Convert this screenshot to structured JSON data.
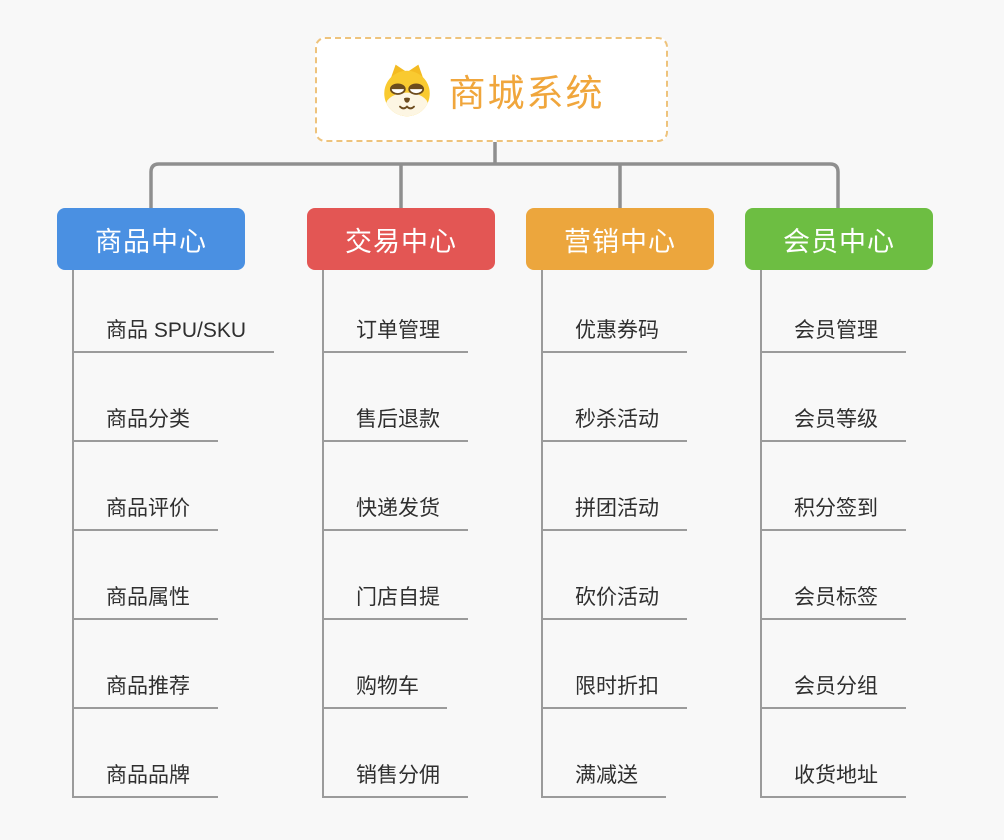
{
  "page": {
    "background_color": "#f8f8f8",
    "connector_color": "#8f8f8f",
    "rail_color": "#9b9b9b",
    "leaf_text_color": "#2f2f2f"
  },
  "root": {
    "title": "商城系统",
    "icon": "shiba-dog-icon",
    "text_color": "#f0a63c",
    "border_color": "#eec37c",
    "background_color": "#ffffff"
  },
  "branches": [
    {
      "label": "商品中心",
      "color": "#4a90e2",
      "children": [
        "商品 SPU/SKU",
        "商品分类",
        "商品评价",
        "商品属性",
        "商品推荐",
        "商品品牌"
      ]
    },
    {
      "label": "交易中心",
      "color": "#e35654",
      "children": [
        "订单管理",
        "售后退款",
        "快递发货",
        "门店自提",
        "购物车",
        "销售分佣"
      ]
    },
    {
      "label": "营销中心",
      "color": "#eca63d",
      "children": [
        "优惠券码",
        "秒杀活动",
        "拼团活动",
        "砍价活动",
        "限时折扣",
        "满减送"
      ]
    },
    {
      "label": "会员中心",
      "color": "#6dbe42",
      "children": [
        "会员管理",
        "会员等级",
        "积分签到",
        "会员标签",
        "会员分组",
        "收货地址"
      ]
    }
  ]
}
